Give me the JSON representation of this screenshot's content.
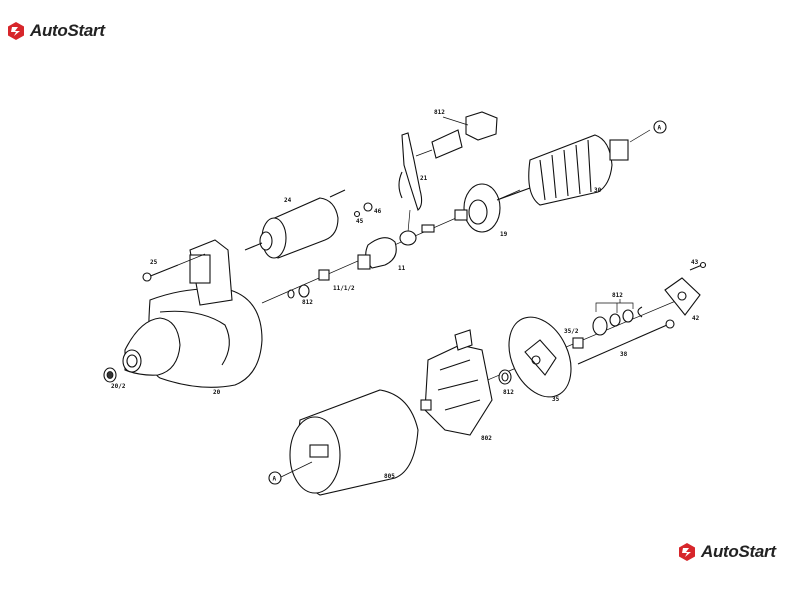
{
  "brand": {
    "name": "AutoStart",
    "accent": "#d7262b"
  },
  "labels": {
    "p812_top": "812",
    "p21": "21",
    "p24": "24",
    "p46": "46",
    "p45": "45",
    "p30": "30",
    "refA_top": "A",
    "p25": "25",
    "p11": "11",
    "p19": "19",
    "p11_1_2": "11/1/2",
    "p812_mid": "812",
    "p20_2": "20/2",
    "p20": "20",
    "p43": "43",
    "p812_right": "812",
    "p35_2": "35/2",
    "p42": "42",
    "p38": "38",
    "p812_low": "812",
    "p35": "35",
    "p802": "802",
    "refA_bottom": "A",
    "p805": "805"
  }
}
